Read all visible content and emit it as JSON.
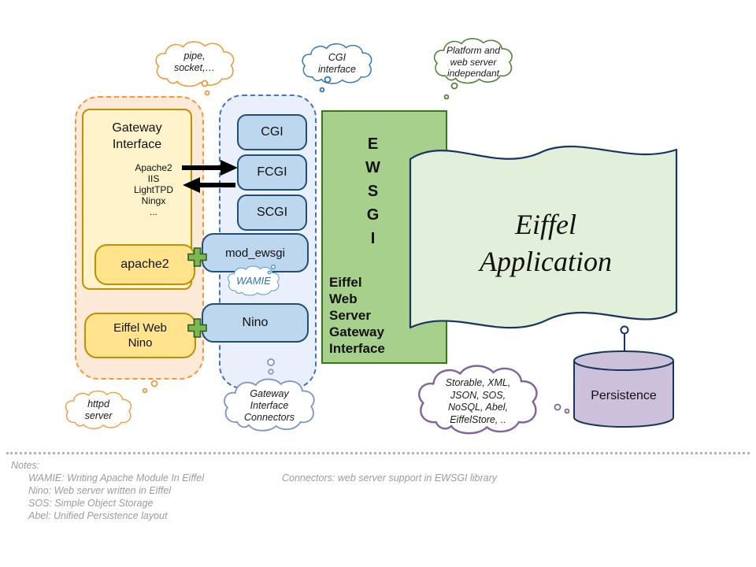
{
  "clouds": {
    "pipe": "pipe,\nsocket,…",
    "cgi": "CGI\ninterface",
    "platform": "Platform and\nweb server\nindependant",
    "wamie": "WAMIE",
    "httpd": "httpd\nserver",
    "connectors": "Gateway\nInterface\nConnectors",
    "storage": "Storable, XML,\nJSON, SOS,\nNoSQL, Abel,\nEiffelStore, .."
  },
  "gateway": {
    "title": "Gateway\nInterface",
    "servers": "Apache2\nIIS\nLightTPD\nNingx\n...",
    "apache2": "apache2",
    "nino": "Eiffel Web\nNino"
  },
  "connector_boxes": [
    "CGI",
    "FCGI",
    "SCGI",
    "mod_ewsgi",
    "Nino"
  ],
  "ewsgi": {
    "letters": "E\nW\nS\nG\nI",
    "caption": "Eiffel\nWeb\nServer\nGateway\nInterface"
  },
  "application": "Eiffel\nApplication",
  "persistence": "Persistence",
  "notes": {
    "title": "Notes:",
    "lines": [
      "WAMIE: Writing Apache Module In Eiffel",
      "Nino: Web server written in Eiffel",
      "SOS: Simple Object Storage",
      "Abel: Unified Persistence layout"
    ],
    "right": "Connectors: web server support in EWSGI library"
  },
  "colors": {
    "orange": "#ED9A3C",
    "yellow_fill": "#FFE48D",
    "yellow_border": "#BF9000",
    "blue": "#2E74B5",
    "blue_box_fill": "#BDD7EE",
    "blue_box_border": "#1F4E79",
    "green_fill": "#A8D08D",
    "green_border": "#38761D",
    "flag_fill": "#E2EFDA",
    "purple_fill": "#CCC0DA",
    "purple_stroke": "#8064A2",
    "dark_outline": "#17365D"
  }
}
